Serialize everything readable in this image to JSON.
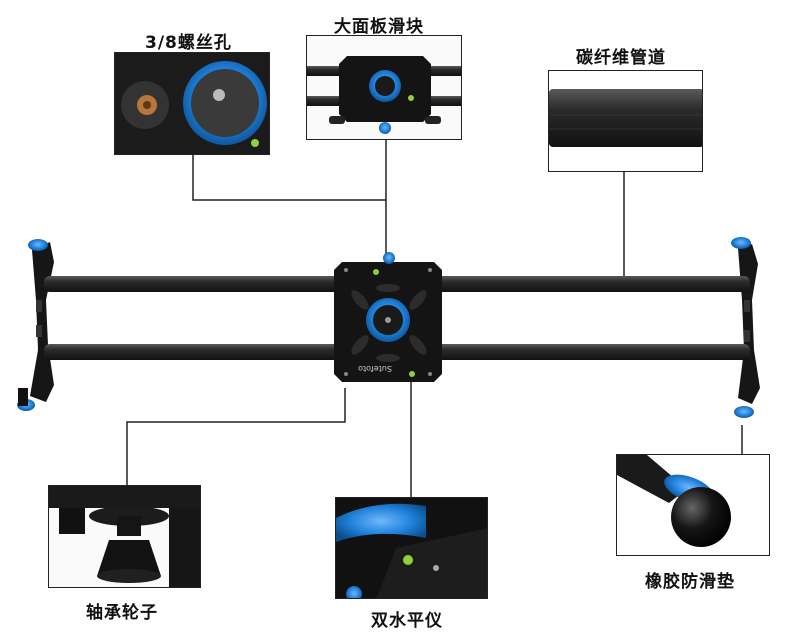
{
  "callouts": {
    "thread_hole": "3/8螺丝孔",
    "slider_plate": "大面板滑块",
    "carbon_tube": "碳纤维管道",
    "bearing_wheel": "轴承轮子",
    "double_level": "双水平仪",
    "rubber_pad": "橡胶防滑垫"
  },
  "brand_text": "Sutefoto",
  "colors": {
    "accent_blue": "#1e7fd8",
    "metal_black": "#121212",
    "carbon": "#2a2a2a",
    "level_green": "#8ed13a",
    "line": "#222222"
  }
}
